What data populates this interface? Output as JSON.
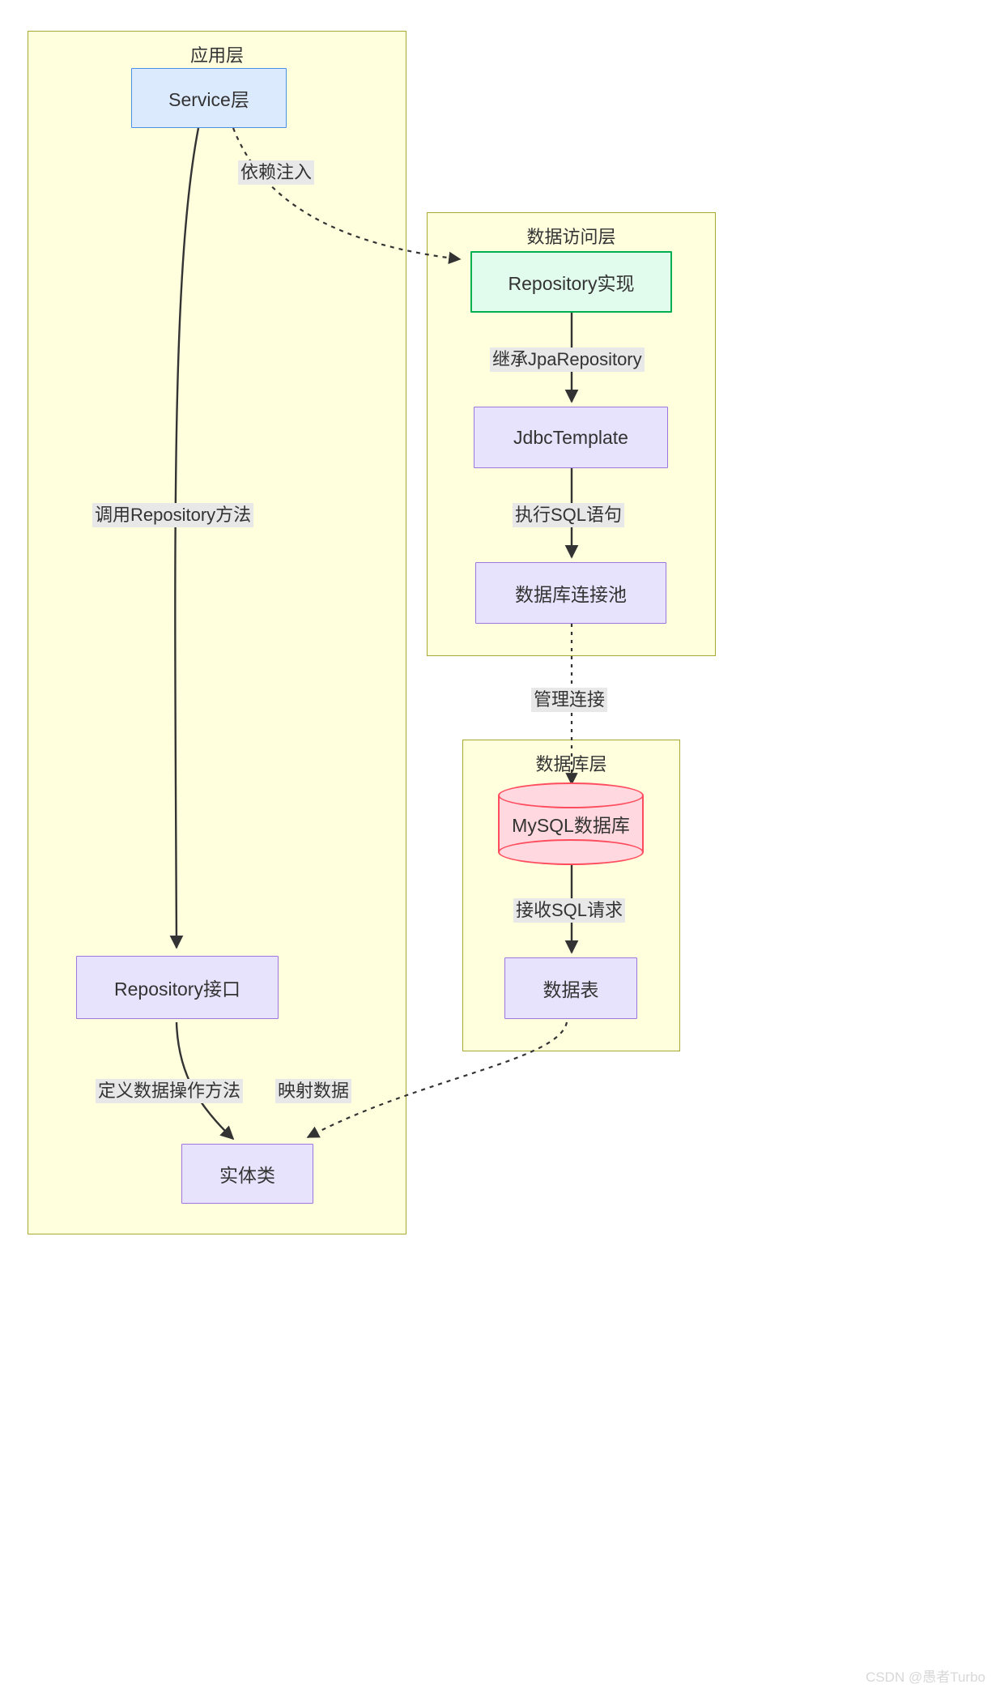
{
  "diagram": {
    "type": "flowchart",
    "watermark": "CSDN @愚者Turbo",
    "subgraphs": [
      {
        "id": "application-layer",
        "title": "应用层"
      },
      {
        "id": "data-access-layer",
        "title": "数据访问层"
      },
      {
        "id": "database-layer",
        "title": "数据库层"
      }
    ],
    "nodes": [
      {
        "id": "service-layer",
        "label": "Service层",
        "shape": "rect",
        "color": "blue"
      },
      {
        "id": "repository-interface",
        "label": "Repository接口",
        "shape": "rect",
        "color": "purple"
      },
      {
        "id": "entity-class",
        "label": "实体类",
        "shape": "rect",
        "color": "purple"
      },
      {
        "id": "repository-impl",
        "label": "Repository实现",
        "shape": "rect",
        "color": "green"
      },
      {
        "id": "jdbc-template",
        "label": "JdbcTemplate",
        "shape": "rect",
        "color": "purple"
      },
      {
        "id": "connection-pool",
        "label": "数据库连接池",
        "shape": "rect",
        "color": "purple"
      },
      {
        "id": "mysql-database",
        "label": "MySQL数据库",
        "shape": "cylinder",
        "color": "red"
      },
      {
        "id": "data-table",
        "label": "数据表",
        "shape": "rect",
        "color": "purple"
      }
    ],
    "edges": [
      {
        "id": "edge-di",
        "from": "service-layer",
        "to": "repository-impl",
        "label": "依赖注入",
        "style": "dotted"
      },
      {
        "id": "edge-call-repo",
        "from": "service-layer",
        "to": "repository-interface",
        "label": "调用Repository方法",
        "style": "solid"
      },
      {
        "id": "edge-define-method",
        "from": "repository-interface",
        "to": "entity-class",
        "label": "定义数据操作方法",
        "style": "solid"
      },
      {
        "id": "edge-inherit-jpa",
        "from": "repository-impl",
        "to": "jdbc-template",
        "label": "继承JpaRepository",
        "style": "solid"
      },
      {
        "id": "edge-exec-sql",
        "from": "jdbc-template",
        "to": "connection-pool",
        "label": "执行SQL语句",
        "style": "solid"
      },
      {
        "id": "edge-manage-conn",
        "from": "connection-pool",
        "to": "mysql-database",
        "label": "管理连接",
        "style": "dotted"
      },
      {
        "id": "edge-recv-sql",
        "from": "mysql-database",
        "to": "data-table",
        "label": "接收SQL请求",
        "style": "solid"
      },
      {
        "id": "edge-map-data",
        "from": "data-table",
        "to": "entity-class",
        "label": "映射数据",
        "style": "dotted"
      }
    ],
    "colors": {
      "subgraph_fill": "#ffffde",
      "subgraph_border": "#aaaa33",
      "node_blue_fill": "#dceafd",
      "node_blue_border": "#4a90e8",
      "node_green_fill": "#e1fbec",
      "node_green_border": "#00b050",
      "node_purple_fill": "#e8e3fc",
      "node_purple_border": "#9f76e0",
      "node_db_fill": "#ffd9df",
      "node_db_border": "#ff4d5e",
      "edge_stroke": "#333333",
      "edge_label_bg": "#e8e8e8"
    }
  }
}
